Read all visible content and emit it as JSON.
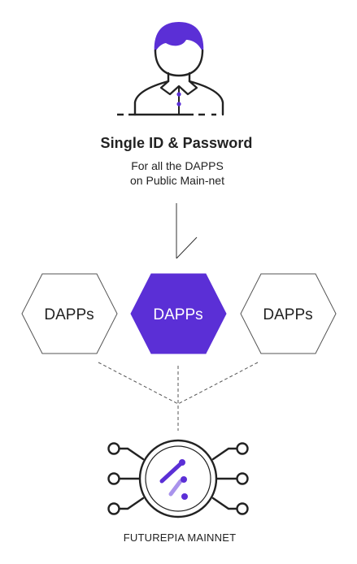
{
  "colors": {
    "accent": "#5b2fd6",
    "line": "#333333",
    "text": "#222222",
    "hex_stroke": "#555555",
    "background": "#ffffff"
  },
  "user": {
    "icon": "user-icon",
    "title": "Single ID & Password",
    "subtitle_line1": "For all the DAPPS",
    "subtitle_line2": "on Public Main-net"
  },
  "dapps": [
    {
      "label": "DAPPs",
      "highlighted": false
    },
    {
      "label": "DAPPs",
      "highlighted": true
    },
    {
      "label": "DAPPs",
      "highlighted": false
    }
  ],
  "mainnet": {
    "icon": "futurepia-logo-icon",
    "label": "FUTUREPIA MAINNET"
  }
}
